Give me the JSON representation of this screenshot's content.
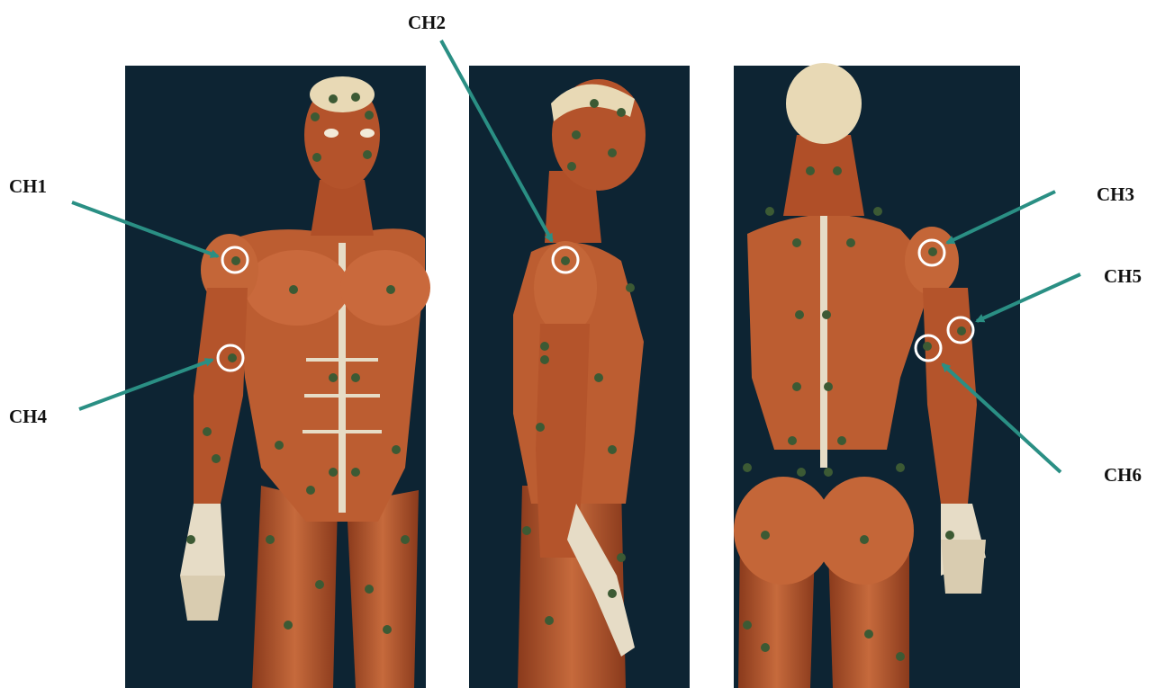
{
  "callouts": [
    {
      "id": "CH1",
      "label": "CH1"
    },
    {
      "id": "CH2",
      "label": "CH2"
    },
    {
      "id": "CH3",
      "label": "CH3"
    },
    {
      "id": "CH4",
      "label": "CH4"
    },
    {
      "id": "CH5",
      "label": "CH5"
    },
    {
      "id": "CH6",
      "label": "CH6"
    }
  ],
  "colors": {
    "panel_background": "#0d2433",
    "muscle": "#b5542c",
    "muscle_light": "#cf7448",
    "muscle_dark": "#8a3a1c",
    "tendon": "#e6dcc6",
    "skin": "#e8d9b5",
    "marker_dot": "#3c5a34",
    "arrow": "#2a8f84",
    "ring": "#ffffff"
  }
}
